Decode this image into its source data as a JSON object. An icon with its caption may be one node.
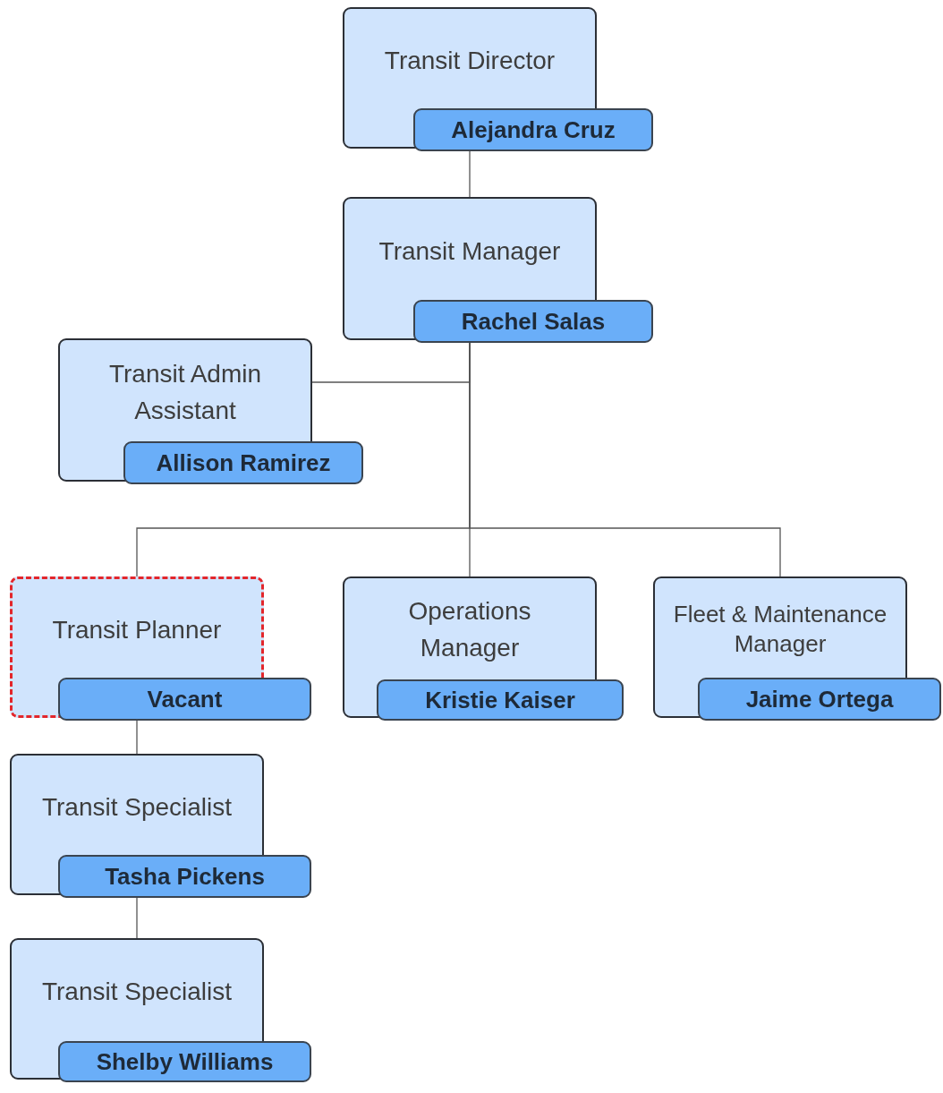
{
  "diagram": {
    "nodes": [
      {
        "text": [
          "Transit Director",
          "Alejandra Cruz"
        ]
      },
      {
        "text": [
          "Transit Manager",
          "Rachel Salas"
        ]
      },
      {
        "text": [
          "Transit Admin Assistant",
          "Allison Ramirez"
        ]
      },
      {
        "text": [
          "Transit Planner",
          "Vacant"
        ]
      },
      {
        "text": [
          "Operations Manager",
          "Kristie Kaiser"
        ]
      },
      {
        "text": [
          "Fleet & Maintenance Manager",
          "Jaime Ortega"
        ]
      },
      {
        "text": [
          "Transit Specialist",
          "Tasha Pickens"
        ]
      },
      {
        "text": [
          "Transit Specialist",
          "Shelby Williams"
        ]
      }
    ],
    "edges": [
      {
        "from": 0,
        "to": 1,
        "arrow": "none"
      },
      {
        "from": 1,
        "to": 2,
        "arrow": "none"
      },
      {
        "from": 1,
        "to": 3,
        "arrow": "none"
      },
      {
        "from": 1,
        "to": 4,
        "arrow": "none"
      },
      {
        "from": 1,
        "to": 5,
        "arrow": "none"
      },
      {
        "from": 3,
        "to": 6,
        "arrow": "none"
      },
      {
        "from": 6,
        "to": 7,
        "arrow": "none"
      }
    ]
  }
}
